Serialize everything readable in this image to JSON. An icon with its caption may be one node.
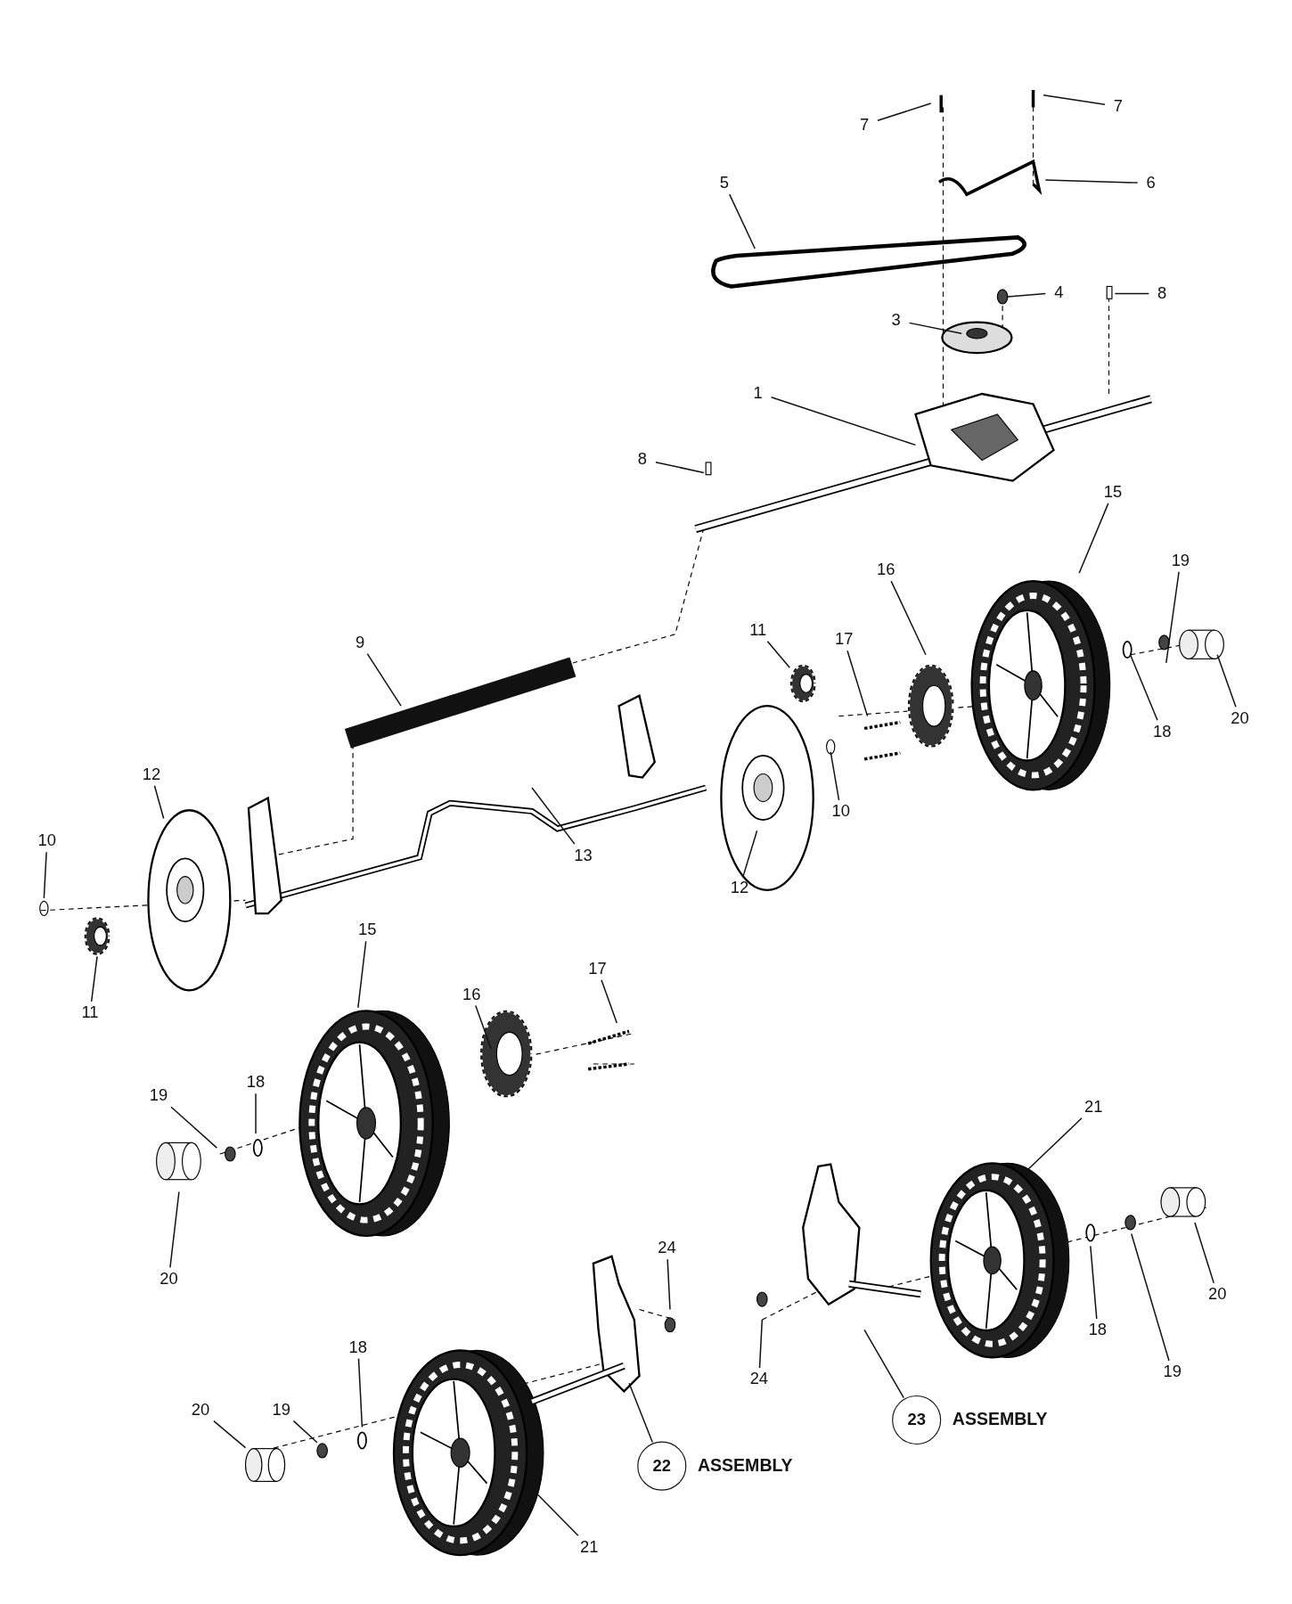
{
  "diagram": {
    "nodes": [
      {
        "text": [
          "7"
        ]
      },
      {
        "text": [
          "7"
        ]
      },
      {
        "text": [
          "6"
        ]
      },
      {
        "text": [
          "5"
        ]
      },
      {
        "text": [
          "4"
        ]
      },
      {
        "text": [
          "8"
        ]
      },
      {
        "text": [
          "3"
        ]
      },
      {
        "text": [
          "1"
        ]
      },
      {
        "text": [
          "8"
        ]
      },
      {
        "text": [
          "15"
        ]
      },
      {
        "text": [
          "19"
        ]
      },
      {
        "text": [
          "16"
        ]
      },
      {
        "text": [
          "11"
        ]
      },
      {
        "text": [
          "9"
        ]
      },
      {
        "text": [
          "17"
        ]
      },
      {
        "text": [
          "20"
        ]
      },
      {
        "text": [
          "18"
        ]
      },
      {
        "text": [
          "12"
        ]
      },
      {
        "text": [
          "10"
        ]
      },
      {
        "text": [
          "10"
        ]
      },
      {
        "text": [
          "13"
        ]
      },
      {
        "text": [
          "12"
        ]
      },
      {
        "text": [
          "15"
        ]
      },
      {
        "text": [
          "17"
        ]
      },
      {
        "text": [
          "16"
        ]
      },
      {
        "text": [
          "11"
        ]
      },
      {
        "text": [
          "18"
        ]
      },
      {
        "text": [
          "19"
        ]
      },
      {
        "text": [
          "21"
        ]
      },
      {
        "text": [
          "24"
        ]
      },
      {
        "text": [
          "20"
        ]
      },
      {
        "text": [
          "20"
        ]
      },
      {
        "text": [
          "18"
        ]
      },
      {
        "text": [
          "18"
        ]
      },
      {
        "text": [
          "24"
        ]
      },
      {
        "text": [
          "19"
        ]
      },
      {
        "text": [
          "20"
        ]
      },
      {
        "text": [
          "19"
        ]
      },
      {
        "text": [
          "23"
        ],
        "beside": [
          "ASSEMBLY"
        ]
      },
      {
        "text": [
          "22"
        ],
        "beside": [
          "ASSEMBLY"
        ]
      },
      {
        "text": [
          "21"
        ]
      },
      {
        "text": [],
        "shape": "picture"
      },
      {
        "text": [],
        "shape": "cylinder"
      }
    ],
    "edges": [
      {
        "from": 0,
        "to": null,
        "arrow": "none"
      },
      {
        "from": 1,
        "to": null,
        "arrow": "none"
      },
      {
        "from": 2,
        "to": null,
        "arrow": "none"
      },
      {
        "from": 3,
        "to": null,
        "arrow": "none"
      },
      {
        "from": 4,
        "to": null,
        "arrow": "none"
      },
      {
        "from": 5,
        "to": null,
        "arrow": "none"
      },
      {
        "from": 6,
        "to": null,
        "arrow": "none"
      },
      {
        "from": 7,
        "to": null,
        "arrow": "none"
      },
      {
        "from": 8,
        "to": null,
        "arrow": "none"
      },
      {
        "from": 9,
        "to": null,
        "arrow": "none"
      },
      {
        "from": 10,
        "to": null,
        "arrow": "none"
      },
      {
        "from": 11,
        "to": null,
        "arrow": "none"
      },
      {
        "from": 12,
        "to": 41,
        "arrow": "none"
      },
      {
        "from": 13,
        "to": null,
        "arrow": "none"
      },
      {
        "from": 14,
        "to": null,
        "arrow": "none"
      },
      {
        "from": 15,
        "to": null,
        "arrow": "none"
      },
      {
        "from": 16,
        "to": null,
        "arrow": "none"
      },
      {
        "from": 17,
        "to": null,
        "arrow": "none"
      },
      {
        "from": 18,
        "to": null,
        "arrow": "none"
      },
      {
        "from": 19,
        "to": null,
        "arrow": "none"
      },
      {
        "from": 20,
        "to": null,
        "arrow": "none"
      },
      {
        "from": 21,
        "to": null,
        "arrow": "none"
      },
      {
        "from": 22,
        "to": null,
        "arrow": "none"
      },
      {
        "from": 23,
        "to": null,
        "arrow": "none"
      },
      {
        "from": 24,
        "to": null,
        "arrow": "none"
      },
      {
        "from": 25,
        "to": null,
        "arrow": "none"
      },
      {
        "from": 26,
        "to": null,
        "arrow": "none"
      },
      {
        "from": 27,
        "to": null,
        "arrow": "none"
      },
      {
        "from": 28,
        "to": null,
        "arrow": "none"
      },
      {
        "from": 29,
        "to": null,
        "arrow": "none"
      },
      {
        "from": 30,
        "to": null,
        "arrow": "none"
      },
      {
        "from": 31,
        "to": null,
        "arrow": "none"
      },
      {
        "from": 32,
        "to": null,
        "arrow": "none"
      },
      {
        "from": 33,
        "to": null,
        "arrow": "none"
      },
      {
        "from": 34,
        "to": null,
        "arrow": "none"
      },
      {
        "from": 35,
        "to": null,
        "arrow": "none"
      },
      {
        "from": 36,
        "to": 42,
        "arrow": "none"
      },
      {
        "from": 37,
        "to": null,
        "arrow": "none"
      },
      {
        "from": 38,
        "to": null,
        "arrow": "none"
      },
      {
        "from": 39,
        "to": null,
        "arrow": "none"
      },
      {
        "from": 40,
        "to": null,
        "arrow": "none"
      }
    ]
  }
}
